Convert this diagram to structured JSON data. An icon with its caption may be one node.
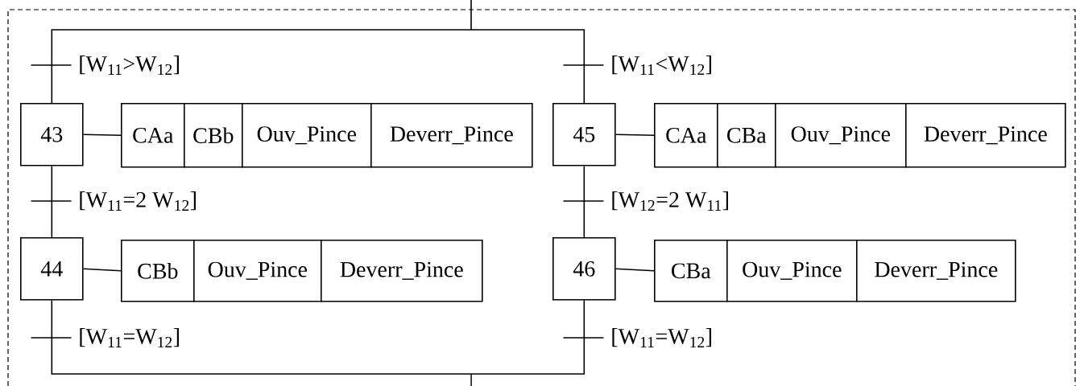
{
  "diagram": {
    "nodes": [
      {
        "text": [
          "43"
        ]
      },
      {
        "text": [
          "CAa"
        ]
      },
      {
        "text": [
          "CBb"
        ]
      },
      {
        "text": [
          "Ouv_Pince"
        ]
      },
      {
        "text": [
          "Deverr_Pince"
        ]
      },
      {
        "text": [
          "44"
        ]
      },
      {
        "text": [
          "CBb"
        ]
      },
      {
        "text": [
          "Ouv_Pince"
        ]
      },
      {
        "text": [
          "Deverr_Pince"
        ]
      },
      {
        "text": [
          "45"
        ]
      },
      {
        "text": [
          "CAa"
        ]
      },
      {
        "text": [
          "CBa"
        ]
      },
      {
        "text": [
          "Ouv_Pince"
        ]
      },
      {
        "text": [
          "Deverr_Pince"
        ]
      },
      {
        "text": [
          "46"
        ]
      },
      {
        "text": [
          "CBa"
        ]
      },
      {
        "text": [
          "Ouv_Pince"
        ]
      },
      {
        "text": [
          "Deverr_Pince"
        ]
      }
    ],
    "edges": [
      {
        "from": null,
        "to": 0,
        "arrow": "none",
        "label": "[W$_{11}$>W$_{12}$]"
      },
      {
        "from": 0,
        "to": 1,
        "arrow": "none"
      },
      {
        "from": 0,
        "to": 5,
        "arrow": "none",
        "label": "[W$_{11}$=2 W$_{12}$]"
      },
      {
        "from": 5,
        "to": 6,
        "arrow": "none"
      },
      {
        "from": 5,
        "to": null,
        "arrow": "none",
        "label": "[W$_{11}$=W$_{12}$]"
      },
      {
        "from": null,
        "to": 9,
        "arrow": "none",
        "label": "[W$_{11}$<W$_{12}$]"
      },
      {
        "from": 9,
        "to": 10,
        "arrow": "none"
      },
      {
        "from": 9,
        "to": 14,
        "arrow": "none",
        "label": "[W$_{12}$=2 W$_{11}$]"
      },
      {
        "from": 14,
        "to": 15,
        "arrow": "none"
      },
      {
        "from": 14,
        "to": null,
        "arrow": "none",
        "label": "[W$_{11}$=W$_{12}$]"
      }
    ]
  }
}
